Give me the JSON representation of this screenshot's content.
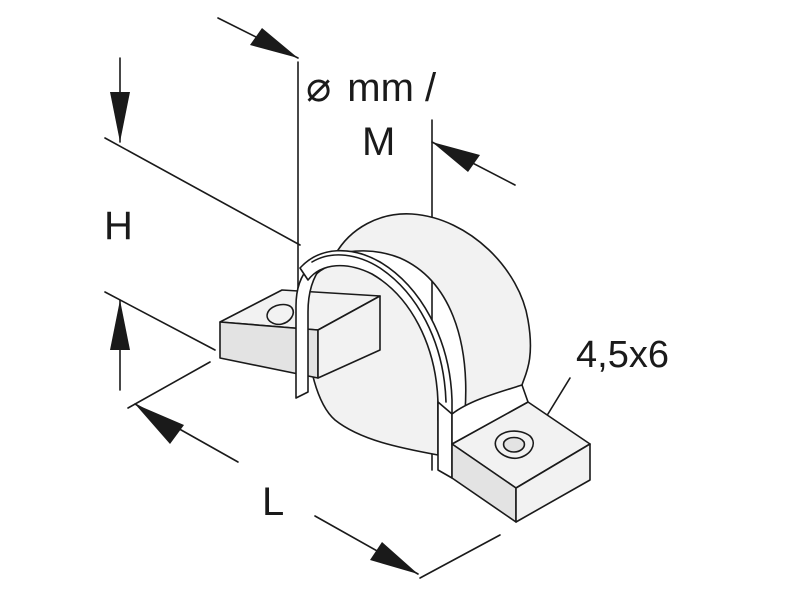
{
  "labels": {
    "diameter_symbol": "⌀",
    "diameter_unit": "mm /",
    "thread": "M",
    "height": "H",
    "hole": "4,5x6",
    "length": "L"
  },
  "colors": {
    "ink": "#1a1a1a",
    "fill_light": "#f2f2f2",
    "fill_shade": "#e3e3e3",
    "background": "#ffffff"
  }
}
